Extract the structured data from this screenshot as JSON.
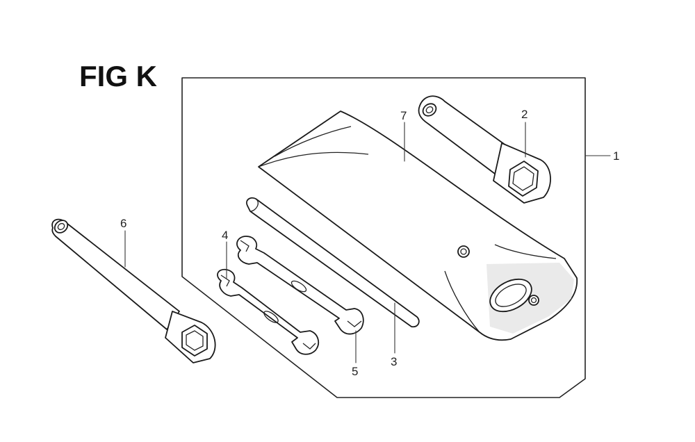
{
  "figure": {
    "title": "FIG K"
  },
  "callouts": [
    {
      "id": "1",
      "label": "1"
    },
    {
      "id": "2",
      "label": "2"
    },
    {
      "id": "3",
      "label": "3"
    },
    {
      "id": "4",
      "label": "4"
    },
    {
      "id": "5",
      "label": "5"
    },
    {
      "id": "6",
      "label": "6"
    },
    {
      "id": "7",
      "label": "7"
    }
  ],
  "colors": {
    "ink": "#1a1a1a",
    "background": "#ffffff",
    "shade": "#d9d9d9"
  }
}
